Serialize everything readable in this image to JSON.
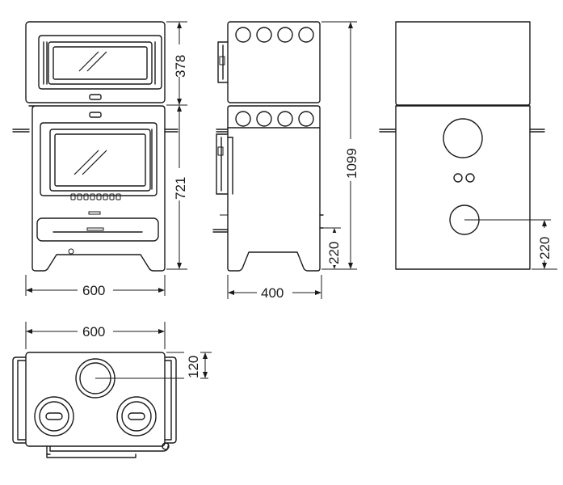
{
  "dimensions": {
    "front_width": "600",
    "front_top_height": "378",
    "front_bottom_height": "721",
    "side_depth": "400",
    "side_total_height": "1099",
    "side_leg_height": "220",
    "rear_outlet_height": "220",
    "top_width": "600",
    "top_outlet_offset": "120"
  },
  "colors": {
    "line": "#1a1a1a",
    "background": "#ffffff"
  }
}
